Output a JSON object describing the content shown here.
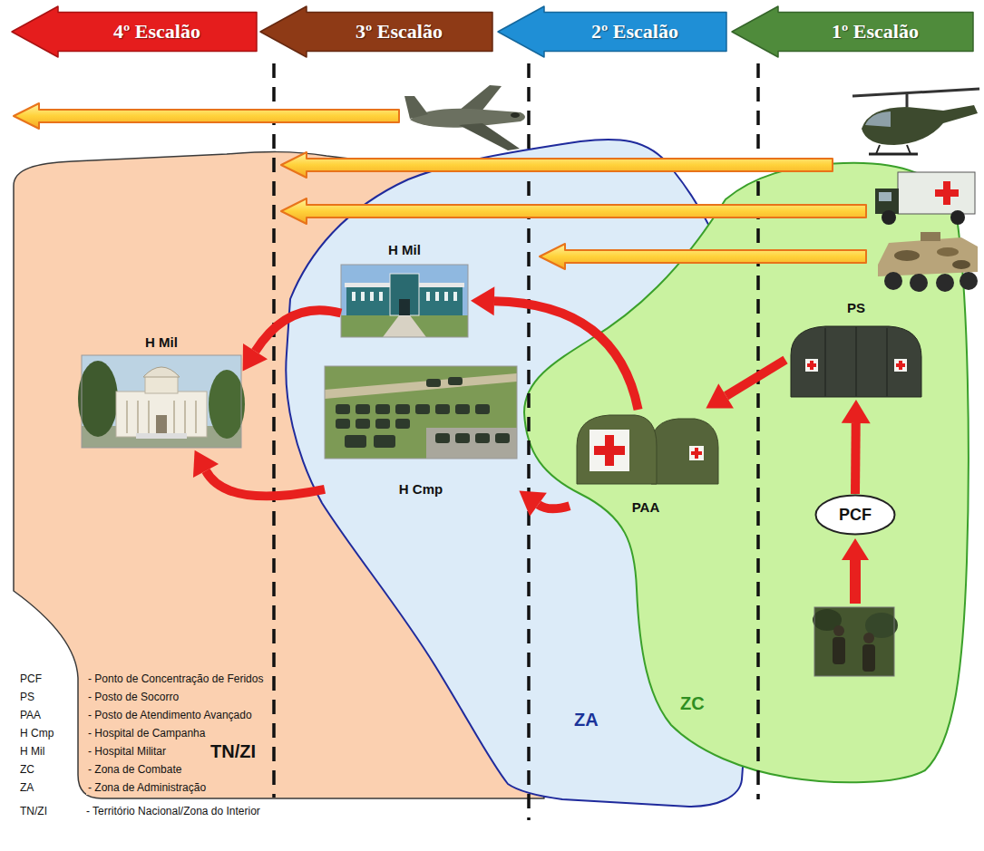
{
  "diagram": {
    "nodes": [
      {
        "text": [
          "4º Escalão"
        ]
      },
      {
        "text": [
          "3º Escalão"
        ]
      },
      {
        "text": [
          "2º Escalão"
        ]
      },
      {
        "text": [
          "1º Escalão"
        ]
      },
      {
        "text": [
          "TN/ZI"
        ]
      },
      {
        "text": [
          "ZA"
        ]
      },
      {
        "text": [
          "ZC"
        ]
      },
      {
        "text": [
          "H Mil"
        ],
        "in": 4
      },
      {
        "text": [
          "H Mil"
        ],
        "in": 5
      },
      {
        "text": [
          "H Cmp"
        ],
        "in": 5
      },
      {
        "text": [
          "PAA"
        ],
        "in": 6
      },
      {
        "text": [
          "PCF"
        ],
        "in": 6
      },
      {
        "text": [
          "PS"
        ],
        "in": 6
      }
    ],
    "edges": [
      {
        "from": 11,
        "to": 12,
        "arrow": "to"
      },
      {
        "from": 12,
        "to": 10,
        "arrow": "to"
      },
      {
        "from": 10,
        "to": 8,
        "arrow": "to"
      },
      {
        "from": 10,
        "to": 9,
        "arrow": "to"
      },
      {
        "from": 8,
        "to": 7,
        "arrow": "to"
      },
      {
        "from": 9,
        "to": 7,
        "arrow": "to"
      }
    ],
    "labels": [
      "PCF",
      "- Ponto de Concentração de Feridos",
      "PS",
      "- Posto de Socorro",
      "PAA",
      "- Posto de Atendimento Avançado",
      "H Cmp",
      "- Hospital de Campanha",
      "H Mil",
      "- Hospital Militar",
      "ZC",
      "- Zona de Combate",
      "ZA",
      "- Zona de Administração",
      "TN/ZI",
      "- Território Nacional/Zona do Interior"
    ]
  }
}
